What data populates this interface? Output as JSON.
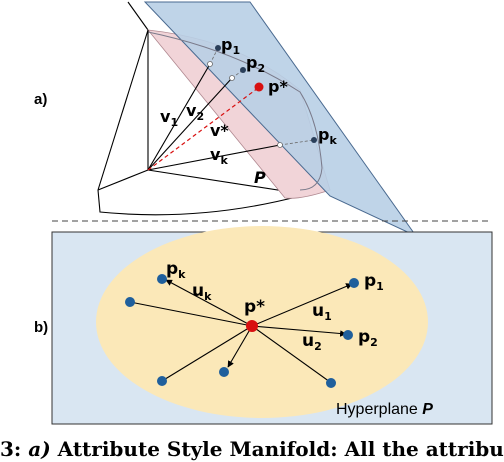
{
  "panel_a": {
    "label": "a)",
    "vectors": {
      "v1": "v",
      "v1_sub": "1",
      "v2": "v",
      "v2_sub": "2",
      "vstar": "v*",
      "vk": "v",
      "vk_sub": "k"
    },
    "points": {
      "p1": "p",
      "p1_sub": "1",
      "p2": "p",
      "p2_sub": "2",
      "pstar": "p*",
      "pk": "p",
      "pk_sub": "k"
    },
    "plane_label": "P"
  },
  "panel_b": {
    "label": "b)",
    "center": "p*",
    "points": {
      "pk": "p",
      "pk_sub": "k",
      "p1": "p",
      "p1_sub": "1",
      "p2": "p",
      "p2_sub": "2"
    },
    "vectors": {
      "uk": "u",
      "uk_sub": "k",
      "u1": "u",
      "u1_sub": "1",
      "u2": "u",
      "u2_sub": "2"
    },
    "hyperplane_text": "Hyperplane ",
    "hyperplane_symbol": "P"
  },
  "caption": {
    "prefix": "3: ",
    "italic": "a)",
    "text": " Attribute Style Manifold: All the attribu"
  },
  "colors": {
    "plane_fill": "#b8cfe6",
    "plane_stroke": "#4a6a90",
    "cap_fill": "#f1d4d8",
    "oval_fill": "#fbe8b8",
    "panel_b_bg": "#d9e6f2",
    "dot_blue": "#1f5f9c",
    "dot_red": "#d81010"
  }
}
